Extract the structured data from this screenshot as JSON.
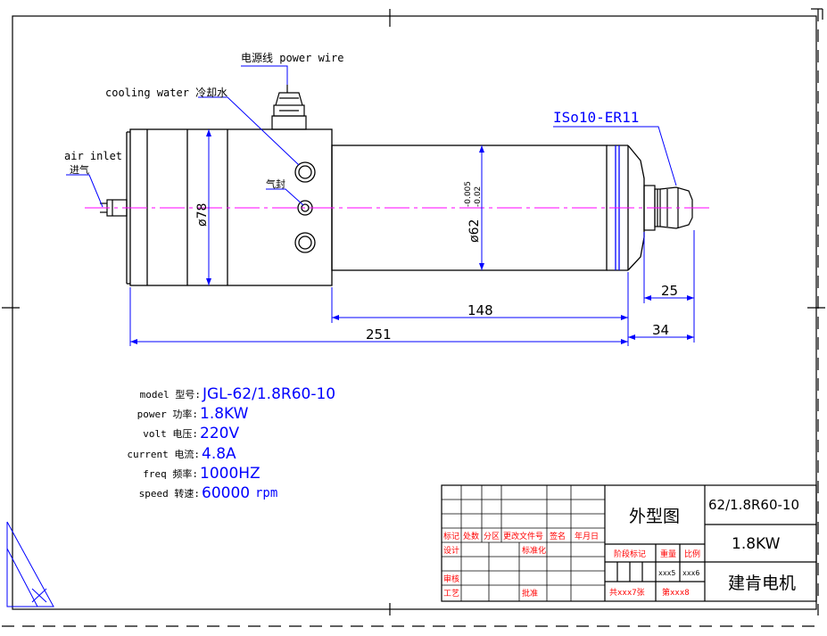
{
  "callouts": {
    "power_wire": "电源线 power wire",
    "cooling_water": "cooling water 冷却水",
    "air_inlet_en": "air inlet",
    "air_inlet_cn": "进气",
    "air_hole": "气封",
    "collet": "ISo10-ER11"
  },
  "dimensions": {
    "body_diameter": "ø78",
    "nose_diameter": "ø62",
    "nose_tol_upper": "-0.005",
    "nose_tol_lower": "-0.02",
    "len_148": "148",
    "len_251": "251",
    "len_25": "25",
    "len_34": "34"
  },
  "specs": [
    {
      "label": "model 型号:",
      "value": "JGL-62/1.8R60-10"
    },
    {
      "label": "power 功率:",
      "value": "1.8KW"
    },
    {
      "label": "volt 电压:",
      "value": "220V"
    },
    {
      "label": "current 电流:",
      "value": "4.8A"
    },
    {
      "label": "freq 频率:",
      "value": "1000HZ"
    },
    {
      "label": "speed 转速:",
      "value": "60000",
      "unit": "rpm"
    }
  ],
  "title_block": {
    "drawing_title": "外型图",
    "model_code": "62/1.8R60-10",
    "power": "1.8KW",
    "company": "建肯电机",
    "row_labels": [
      "标记",
      "处数",
      "分区",
      "更改文件号",
      "签名",
      "年月日"
    ],
    "design": "设计",
    "standard": "标准化",
    "review": "审核",
    "process": "工艺",
    "approve": "批准",
    "stage_mark": "阶段标记",
    "weight": "重量",
    "scale": "比例",
    "weight_value": "xxx5",
    "scale_value": "xxx6",
    "sheets_total": "共xxx7张",
    "sheet_no": "第xxx8"
  },
  "colors": {
    "outline": "#000000",
    "annotation": "#0000ff",
    "centerline": "#ff00ff",
    "dimension": "#0000ff"
  }
}
